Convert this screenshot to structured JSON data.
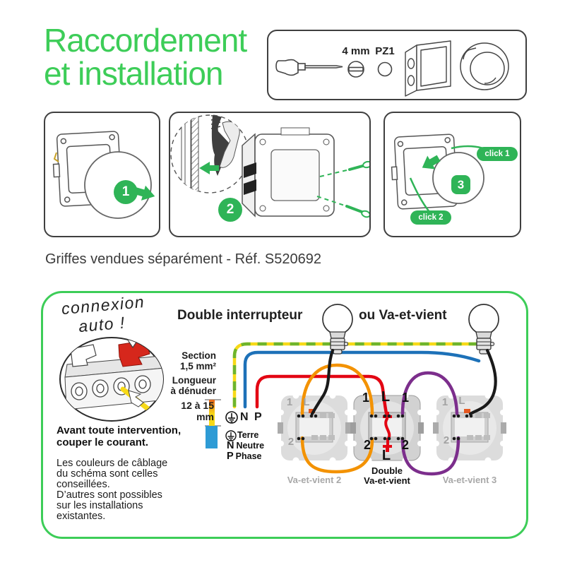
{
  "header": {
    "title": "Raccordement\net installation"
  },
  "toolbox": {
    "size_label": "4 mm",
    "bit_label": "PZ1"
  },
  "steps": {
    "one": "1",
    "two": "2",
    "three": "3",
    "click1": "click 1",
    "click2": "click 2"
  },
  "note": "Griffes vendues séparément - Réf. S520692",
  "panel": {
    "handwriting1": "connexion",
    "handwriting2": "auto !",
    "warning": "Avant toute intervention,\ncouper le courant.",
    "info": "Les couleurs de câblage\ndu schéma sont celles\nconseillées.\nD’autres sont possibles\nsur les installations\nexistantes."
  },
  "diagram": {
    "title_left": "Double interrupteur",
    "title_right": "ou Va-et-vient",
    "section": "Section\n1,5 mm²",
    "strip": "Longueur\nà dénuder",
    "strip_length": "12 à 15\nmm",
    "supply": "N P",
    "legend_terre": "Terre",
    "legend_n_key": "N",
    "legend_n": "Neutre",
    "legend_p_key": "P",
    "legend_p": "Phase",
    "sw1": {
      "t1": "1",
      "tl": "L",
      "b1": "2",
      "label": "Va-et-vient 2"
    },
    "sw2": {
      "t1": "1",
      "tl": "L",
      "t2": "1",
      "b1": "2",
      "bl": "L",
      "b2": "2",
      "label": "Double\nVa-et-vient"
    },
    "sw3": {
      "t1": "1",
      "tl": "L",
      "b1": "2",
      "label": "Va-et-vient 3"
    }
  },
  "colors": {
    "brand_green": "#3DCD58",
    "accent_green": "#2FB457",
    "earth_yellow": "#F7D917",
    "earth_green": "#6EB52C",
    "neutral_blue": "#1D71B8",
    "phase_red": "#E30613",
    "wire_orange": "#F39200",
    "wire_purple": "#7C2E8C",
    "wire_black": "#1a1a1a"
  }
}
